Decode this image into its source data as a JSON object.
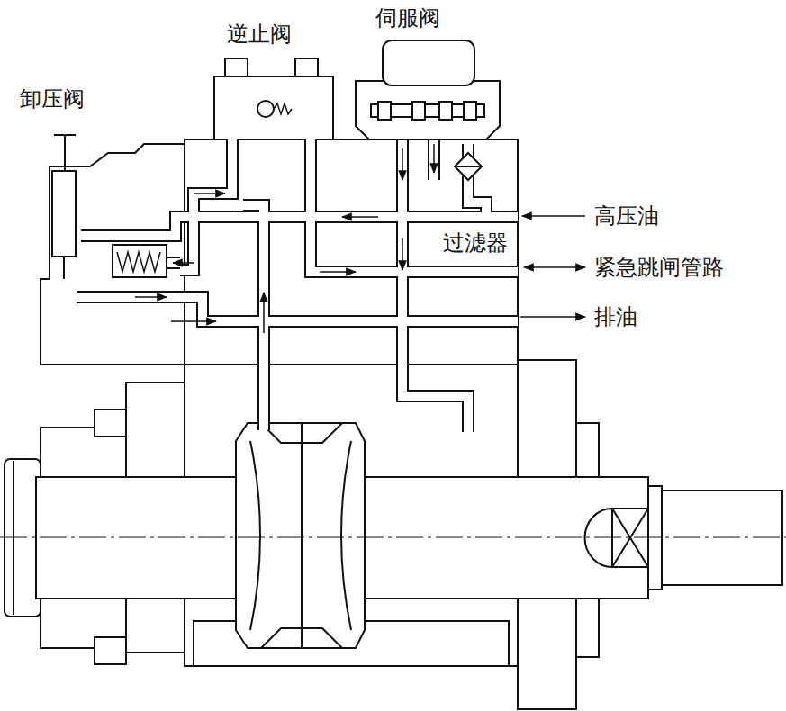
{
  "diagram": {
    "labels": [
      "卸压阀",
      "逆止阀",
      "伺服阀",
      "高压油",
      "过滤器",
      "紧急跳闸管路",
      "排油"
    ]
  }
}
